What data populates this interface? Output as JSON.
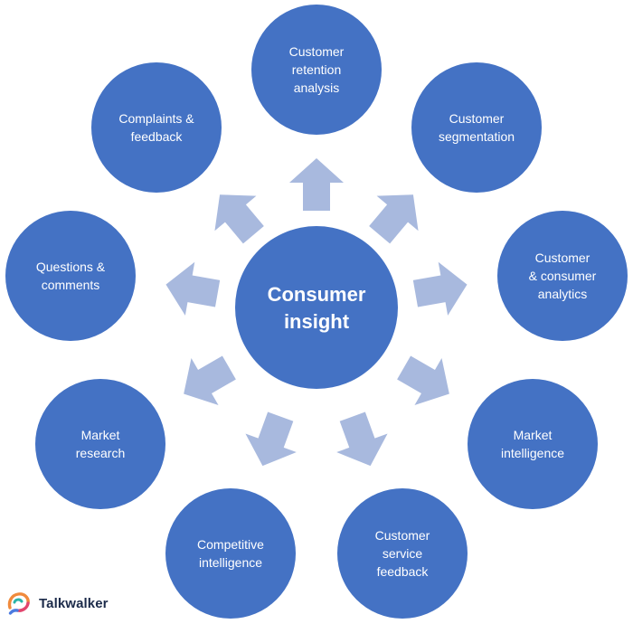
{
  "diagram": {
    "center": {
      "lines": [
        "Consumer",
        "insight"
      ]
    },
    "nodes": [
      {
        "id": "customer-retention-analysis",
        "lines": [
          "Customer",
          "retention",
          "analysis"
        ]
      },
      {
        "id": "customer-segmentation",
        "lines": [
          "Customer",
          "segmentation"
        ]
      },
      {
        "id": "customer-consumer-analytics",
        "lines": [
          "Customer",
          "& consumer",
          "analytics"
        ]
      },
      {
        "id": "market-intelligence",
        "lines": [
          "Market",
          "intelligence"
        ]
      },
      {
        "id": "customer-service-feedback",
        "lines": [
          "Customer",
          "service",
          "feedback"
        ]
      },
      {
        "id": "competitive-intelligence",
        "lines": [
          "Competitive",
          "intelligence"
        ]
      },
      {
        "id": "market-research",
        "lines": [
          "Market",
          "research"
        ]
      },
      {
        "id": "questions-comments",
        "lines": [
          "Questions &",
          "comments"
        ]
      },
      {
        "id": "complaints-feedback",
        "lines": [
          "Complaints &",
          "feedback"
        ]
      }
    ]
  },
  "colors": {
    "circle": "#4472c4",
    "arrow": "#a8b9de",
    "logo_text": "#1c2b4a"
  },
  "brand": {
    "logo_text": "Talkwalker",
    "icon": "talkwalker-logo-icon"
  }
}
